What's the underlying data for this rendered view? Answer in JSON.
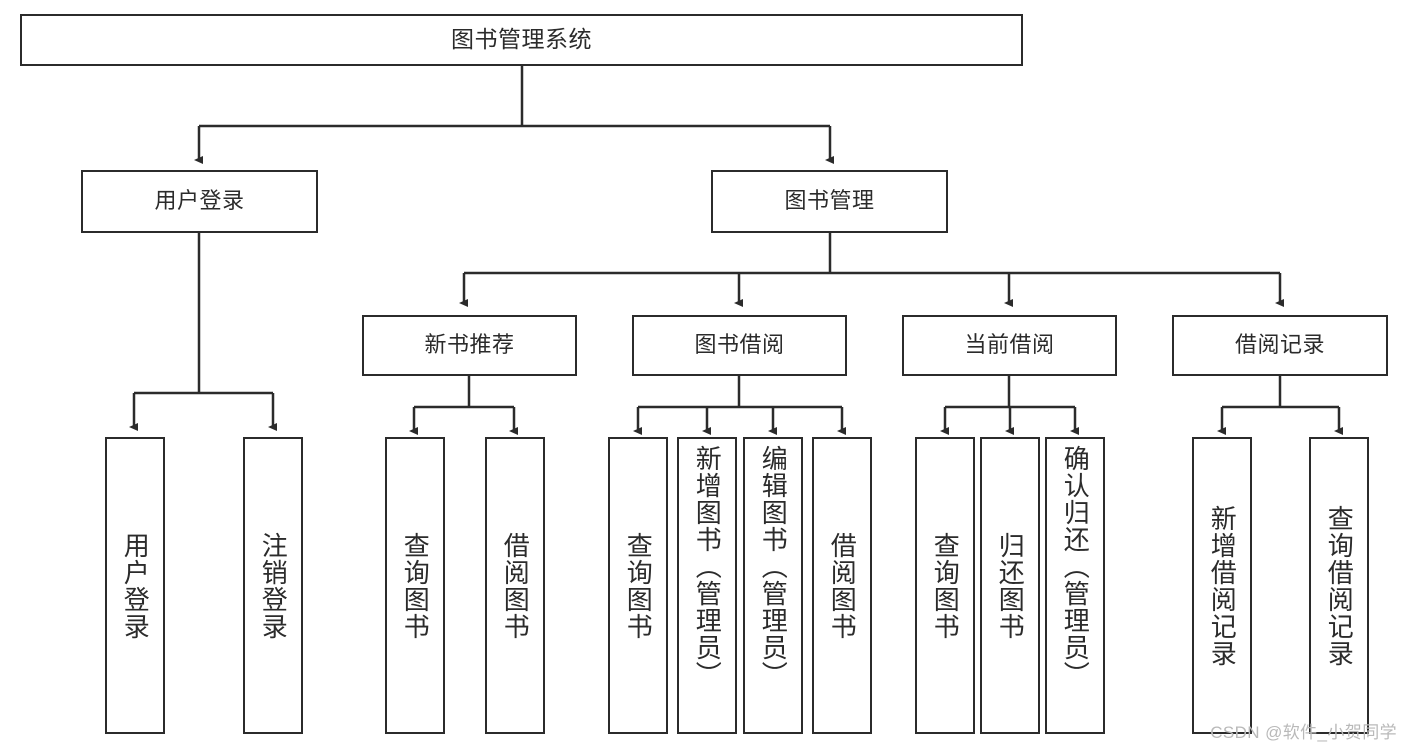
{
  "diagram": {
    "title": "图书管理系统",
    "type": "hierarchy-tree",
    "watermark": "CSDN @软件_小贺同学",
    "colors": {
      "stroke": "#2b2b2b",
      "fill": "#ffffff",
      "background": "#ffffff",
      "watermark": "#b9b9b9"
    },
    "nodes": {
      "root": {
        "label": "图书管理系统"
      },
      "level2": [
        {
          "id": "user-login",
          "label": "用户登录"
        },
        {
          "id": "book-manage",
          "label": "图书管理"
        }
      ],
      "level3": [
        {
          "id": "new-book-recommend",
          "label": "新书推荐"
        },
        {
          "id": "book-borrow",
          "label": "图书借阅"
        },
        {
          "id": "current-borrow",
          "label": "当前借阅"
        },
        {
          "id": "borrow-record",
          "label": "借阅记录"
        }
      ],
      "leaves": {
        "user_login": [
          {
            "id": "leaf-user-login",
            "label": "用户登录"
          },
          {
            "id": "leaf-logout",
            "label": "注销登录"
          }
        ],
        "new_book_recommend": [
          {
            "id": "leaf-query-book-1",
            "label": "查询图书"
          },
          {
            "id": "leaf-borrow-book-1",
            "label": "借阅图书"
          }
        ],
        "book_borrow": [
          {
            "id": "leaf-query-book-2",
            "label": "查询图书"
          },
          {
            "id": "leaf-add-book",
            "label": "新增图书（管理员）"
          },
          {
            "id": "leaf-edit-book",
            "label": "编辑图书（管理员）"
          },
          {
            "id": "leaf-borrow-book-2",
            "label": "借阅图书"
          }
        ],
        "current_borrow": [
          {
            "id": "leaf-query-book-3",
            "label": "查询图书"
          },
          {
            "id": "leaf-return-book",
            "label": "归还图书"
          },
          {
            "id": "leaf-confirm-return",
            "label": "确认归还（管理员）"
          }
        ],
        "borrow_record": [
          {
            "id": "leaf-add-record",
            "label": "新增借阅记录"
          },
          {
            "id": "leaf-query-record",
            "label": "查询借阅记录"
          }
        ]
      }
    }
  }
}
